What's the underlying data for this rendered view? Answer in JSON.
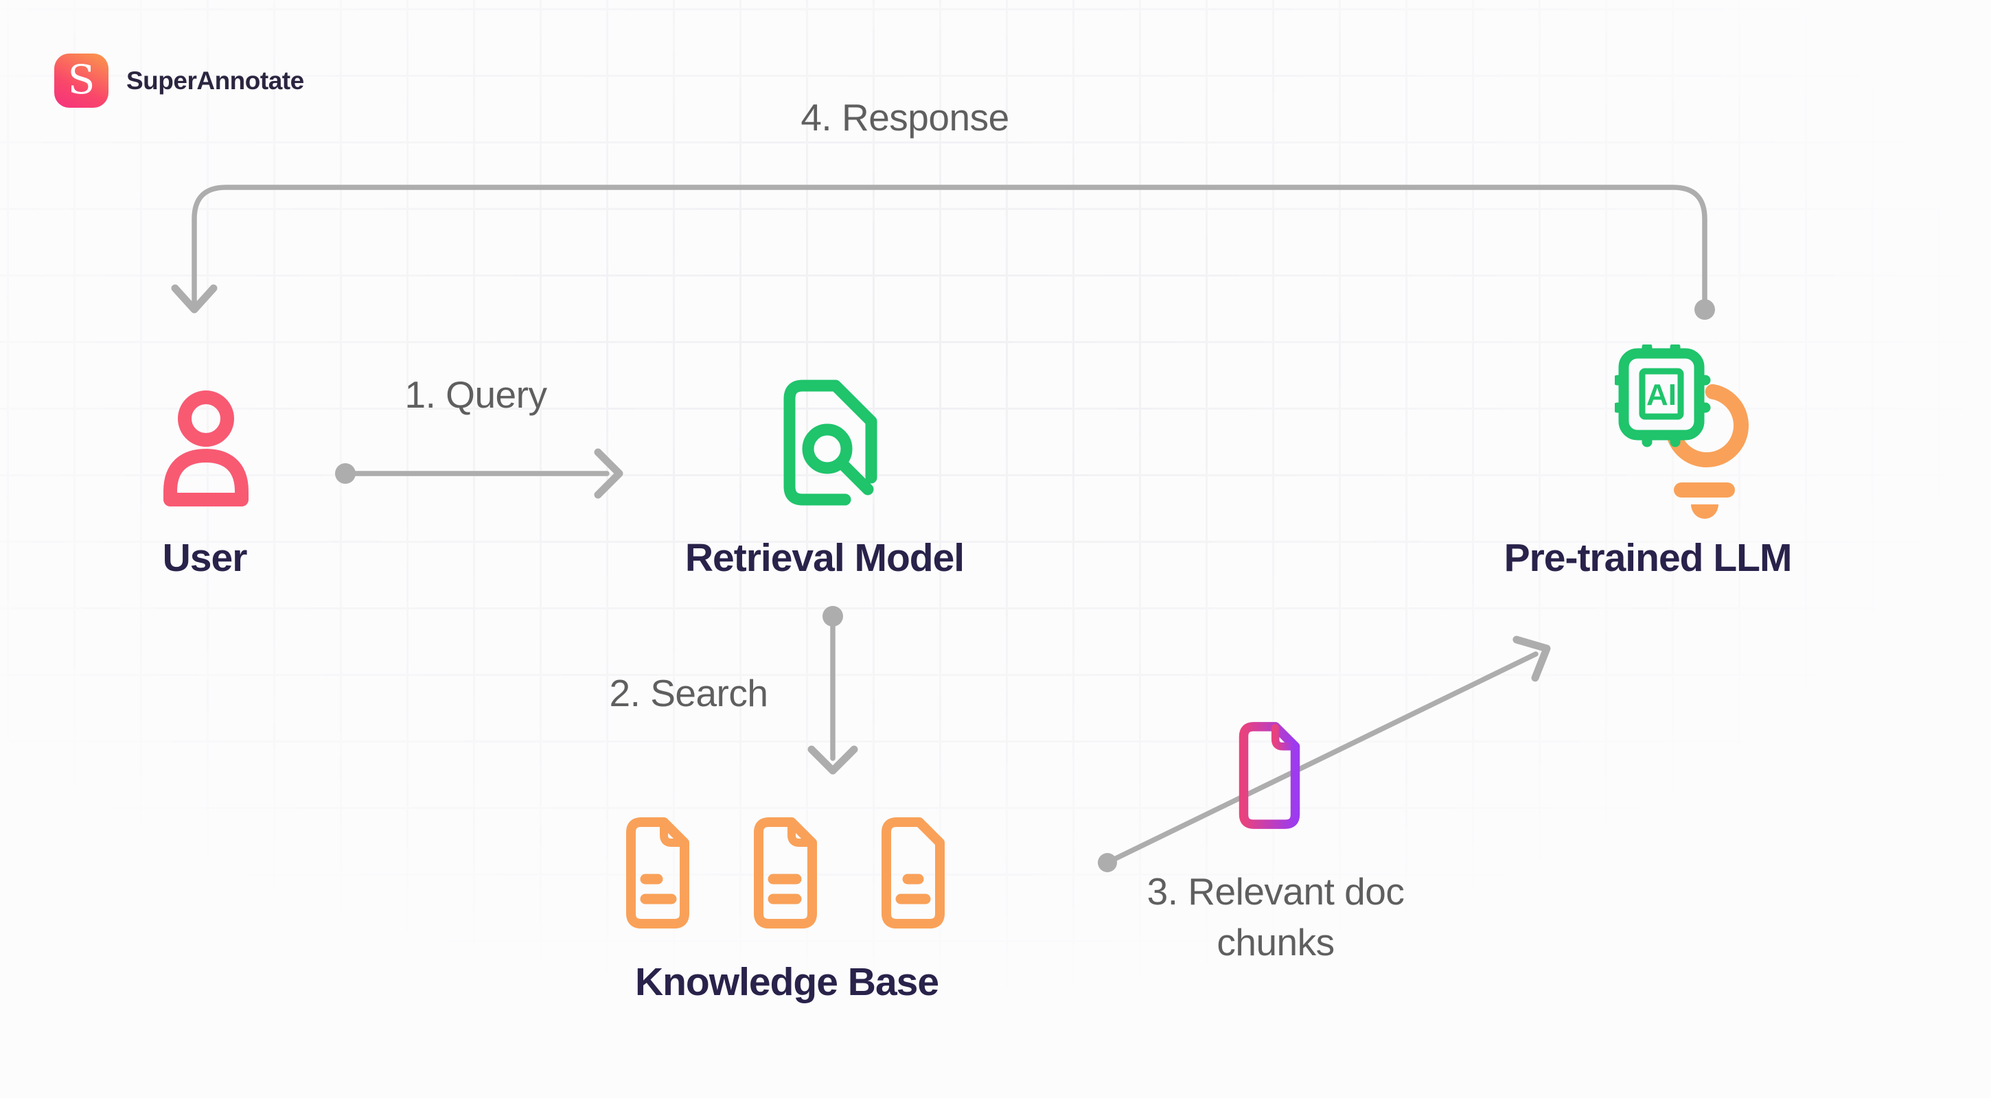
{
  "brand": {
    "name": "SuperAnnotate",
    "logo_letter": "S"
  },
  "steps": {
    "query": "1. Query",
    "search": "2. Search",
    "chunks": "3. Relevant doc chunks",
    "response": "4. Response"
  },
  "nodes": {
    "user": {
      "label": "User"
    },
    "retrieval_model": {
      "label": "Retrieval Model"
    },
    "knowledge_base": {
      "label": "Knowledge Base",
      "doc_count": 3
    },
    "llm": {
      "label": "Pre-trained LLM",
      "chip_text": "AI"
    }
  },
  "flow": [
    {
      "from": "user",
      "to": "retrieval_model",
      "label": "1. Query"
    },
    {
      "from": "retrieval_model",
      "to": "knowledge_base",
      "label": "2. Search"
    },
    {
      "from": "knowledge_base",
      "to": "llm",
      "label": "3. Relevant doc chunks"
    },
    {
      "from": "llm",
      "to": "user",
      "label": "4. Response"
    }
  ],
  "colors": {
    "pink": "#F85A72",
    "green": "#1FC46B",
    "orange": "#F9A159",
    "purple_start": "#E8427E",
    "purple_end": "#9C3BEF",
    "arrow_gray": "#ADADAD",
    "text_dark": "#29224A",
    "text_gray": "#5F5F5F",
    "logo_gradient_start": "#FB9A4B",
    "logo_gradient_end": "#F5317E",
    "bg": "#FCFCFD"
  }
}
